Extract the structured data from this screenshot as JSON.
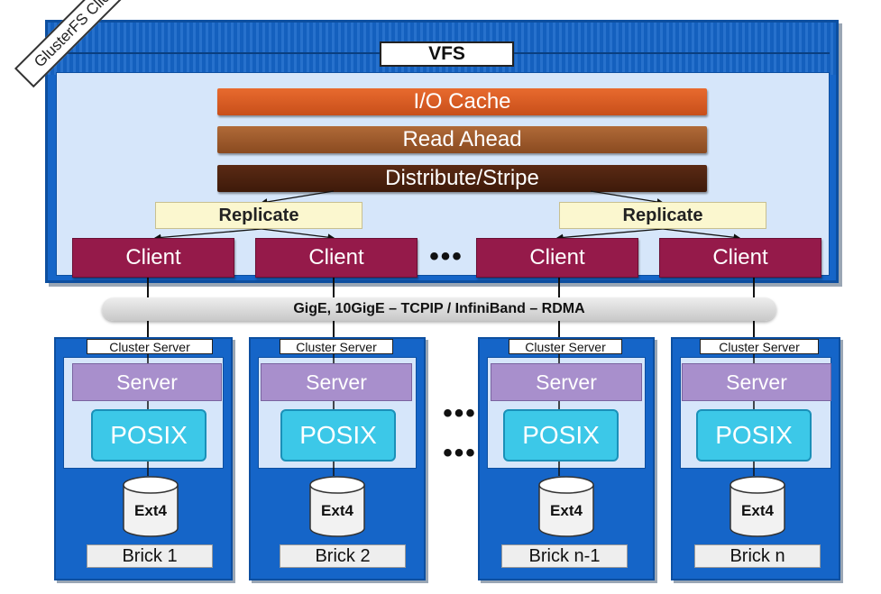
{
  "client": {
    "label": "GlusterFS Client",
    "vfs": "VFS",
    "layers": [
      "I/O Cache",
      "Read Ahead",
      "Distribute/Stripe"
    ],
    "replicate": [
      "Replicate",
      "Replicate"
    ],
    "clients": [
      "Client",
      "Client",
      "Client",
      "Client"
    ],
    "ellipsis": "•••"
  },
  "network": {
    "label": "GigE, 10GigE – TCPIP / InfiniBand – RDMA"
  },
  "servers": [
    {
      "cluster": "Cluster Server",
      "server": "Server",
      "posix": "POSIX",
      "fs": "Ext4",
      "brick": "Brick 1"
    },
    {
      "cluster": "Cluster Server",
      "server": "Server",
      "posix": "POSIX",
      "fs": "Ext4",
      "brick": "Brick 2"
    },
    {
      "cluster": "Cluster Server",
      "server": "Server",
      "posix": "POSIX",
      "fs": "Ext4",
      "brick": "Brick n-1"
    },
    {
      "cluster": "Cluster Server",
      "server": "Server",
      "posix": "POSIX",
      "fs": "Ext4",
      "brick": "Brick n"
    }
  ],
  "server_ellipsis": [
    "•••",
    "•••"
  ],
  "colors": {
    "frame_blue": "#1565c8",
    "inner_blue": "#d6e6fa",
    "io_cache": "#e86a2e",
    "read_ahead": "#b06a38",
    "distribute": "#5a2a14",
    "client": "#951a4a",
    "server": "#a88fcc",
    "posix": "#3cc8e8",
    "replicate": "#fbf7cf"
  }
}
